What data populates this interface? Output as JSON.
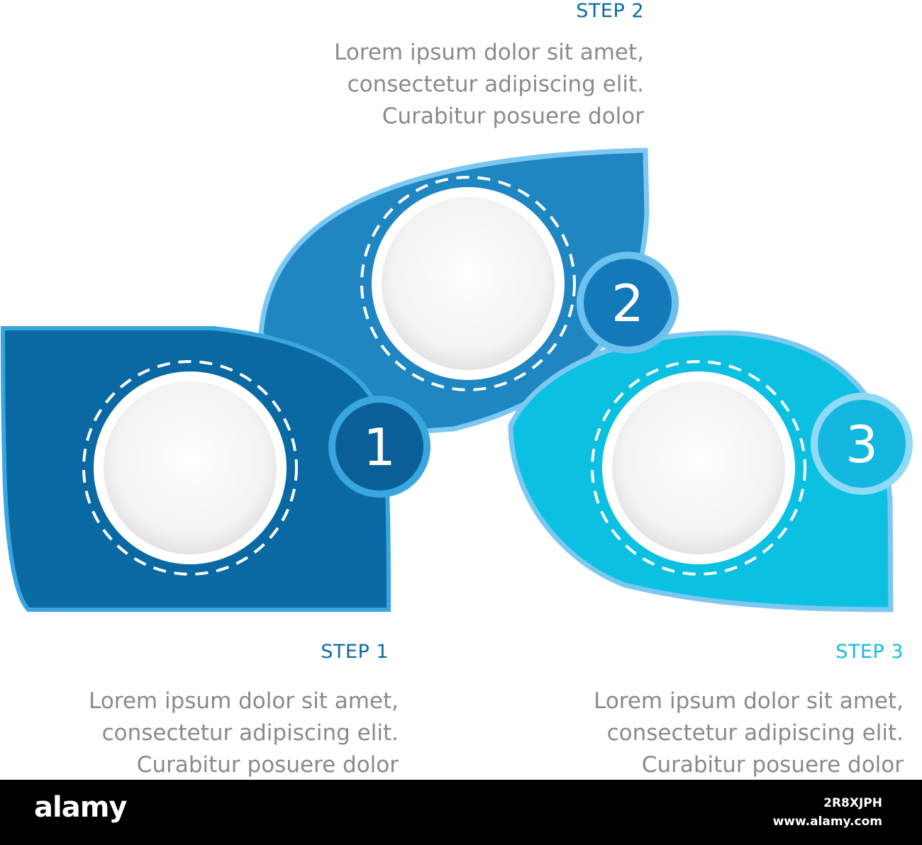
{
  "colors": {
    "step1": "#0a69a3",
    "step2": "#1f86c2",
    "step3": "#0cc0e2",
    "border": "#7cc8f1",
    "text_gray": "#8a8a8a"
  },
  "steps": [
    {
      "number": "1",
      "title": "STEP 1",
      "title_color": "#0a6aa6",
      "text": [
        "Lorem ipsum dolor sit amet,",
        "consectetur adipiscing elit.",
        "Curabitur posuere dolor"
      ]
    },
    {
      "number": "2",
      "title": "STEP 2",
      "title_color": "#0a6aa6",
      "text": [
        "Lorem ipsum dolor sit amet,",
        "consectetur adipiscing elit.",
        "Curabitur posuere dolor"
      ]
    },
    {
      "number": "3",
      "title": "STEP 3",
      "title_color": "#12bde0",
      "text": [
        "Lorem ipsum dolor sit amet,",
        "consectetur adipiscing elit.",
        "Curabitur posuere dolor"
      ]
    }
  ],
  "footer": {
    "brand": "alamy",
    "image_id": "2R8XJPH",
    "site": "www.alamy.com"
  }
}
